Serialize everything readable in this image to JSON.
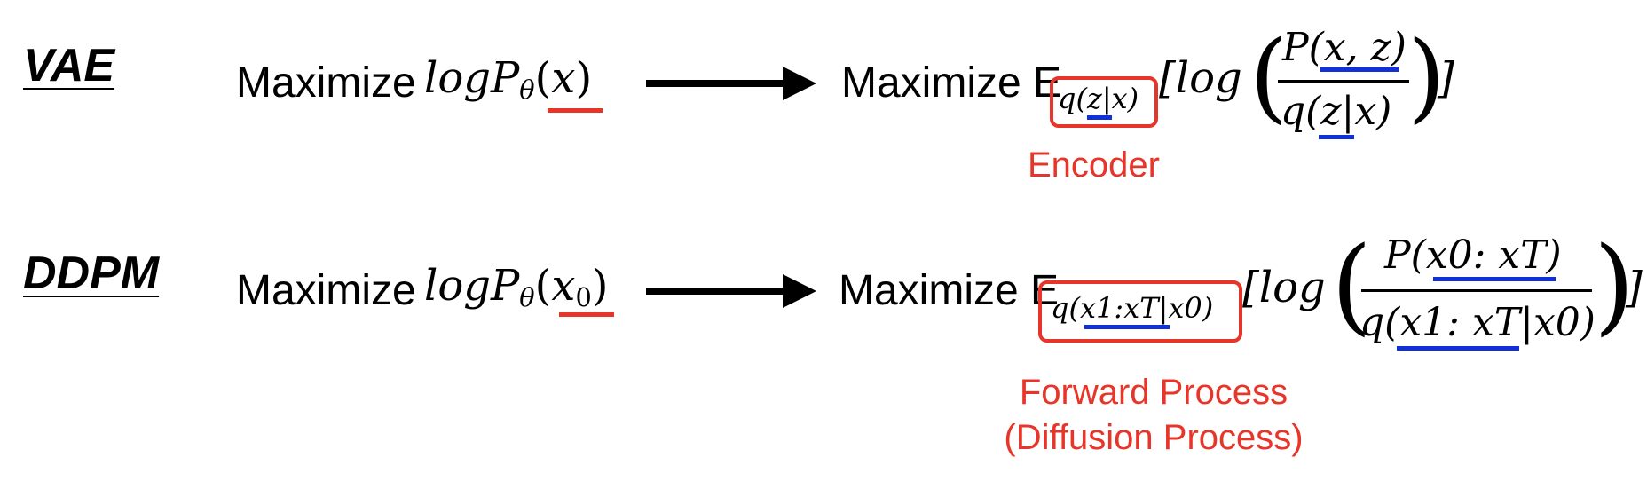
{
  "rows": {
    "vae": {
      "label": "VAE",
      "lhs_prefix": "Maximize",
      "lhs_expr": "logPθ(x)",
      "rhs_prefix": "Maximize E",
      "rhs_sub": "q(z|x)",
      "rhs_bracket_open": "[log",
      "rhs_num": "P(x, z)",
      "rhs_den": "q(z|x)",
      "rhs_bracket_close": "]",
      "annotation": "Encoder"
    },
    "ddpm": {
      "label": "DDPM",
      "lhs_prefix": "Maximize",
      "lhs_expr": "logPθ(x0)",
      "rhs_prefix": "Maximize E",
      "rhs_sub": "q(x1:xT|x0)",
      "rhs_bracket_open": "[log",
      "rhs_num": "P(x0: xT)",
      "rhs_den": "q(x1: xT|x0)",
      "rhs_bracket_close": "]",
      "annotation_line1": "Forward Process",
      "annotation_line2": "(Diffusion Process)"
    }
  },
  "colors": {
    "highlight_red": "#e8352a",
    "highlight_blue": "#1230d8",
    "text": "#000000"
  }
}
